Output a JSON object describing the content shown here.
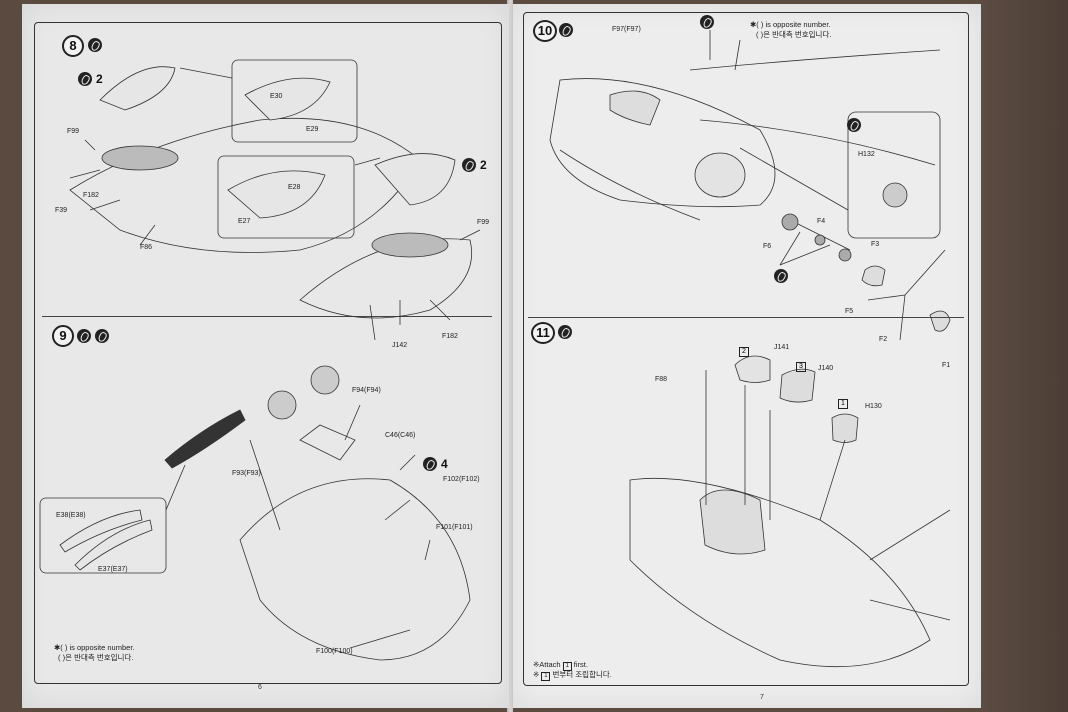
{
  "left_page": {
    "page_number": "6",
    "steps": [
      {
        "number": "8",
        "qty_a": "2",
        "qty_b": "2"
      },
      {
        "number": "9",
        "qty": "4"
      }
    ],
    "parts": {
      "f99": "F99",
      "f99b": "F99",
      "f39": "F39",
      "f182": "F182",
      "f182b": "F182",
      "f86": "F86",
      "e30": "E30",
      "e29": "E29",
      "e28": "E28",
      "e27": "E27",
      "j142": "J142",
      "f94": "F94(F94)",
      "c46": "C46(C46)",
      "f93": "F93(F93)",
      "f102": "F102(F102)",
      "f101": "F101(F101)",
      "f100": "F100(F100)",
      "e38": "E38(E38)",
      "e37": "E37(E37)"
    },
    "footnote_en": "✱(  ) is opposite number.",
    "footnote_ko": "(  )은 반대측 번호입니다."
  },
  "right_page": {
    "page_number": "7",
    "steps": [
      {
        "number": "10"
      },
      {
        "number": "11"
      }
    ],
    "parts": {
      "f97": "F97(F97)",
      "h132": "H132",
      "f6": "F6",
      "f4": "F4",
      "f3": "F3",
      "f5": "F5",
      "f2": "F2",
      "f1": "F1",
      "j141": "J141",
      "j140": "J140",
      "h130": "H130",
      "f88": "F88",
      "box2": "2",
      "box3": "3",
      "box1": "1"
    },
    "note_en": "✱(  ) is opposite number.",
    "note_ko": "(  )은 반대측 번호입니다.",
    "footnote_en_pre": "※Attach",
    "footnote_en_box": "1",
    "footnote_en_post": "first.",
    "footnote_ko_pre": "※",
    "footnote_ko_box": "1",
    "footnote_ko_post": "번부터 조립합니다."
  }
}
